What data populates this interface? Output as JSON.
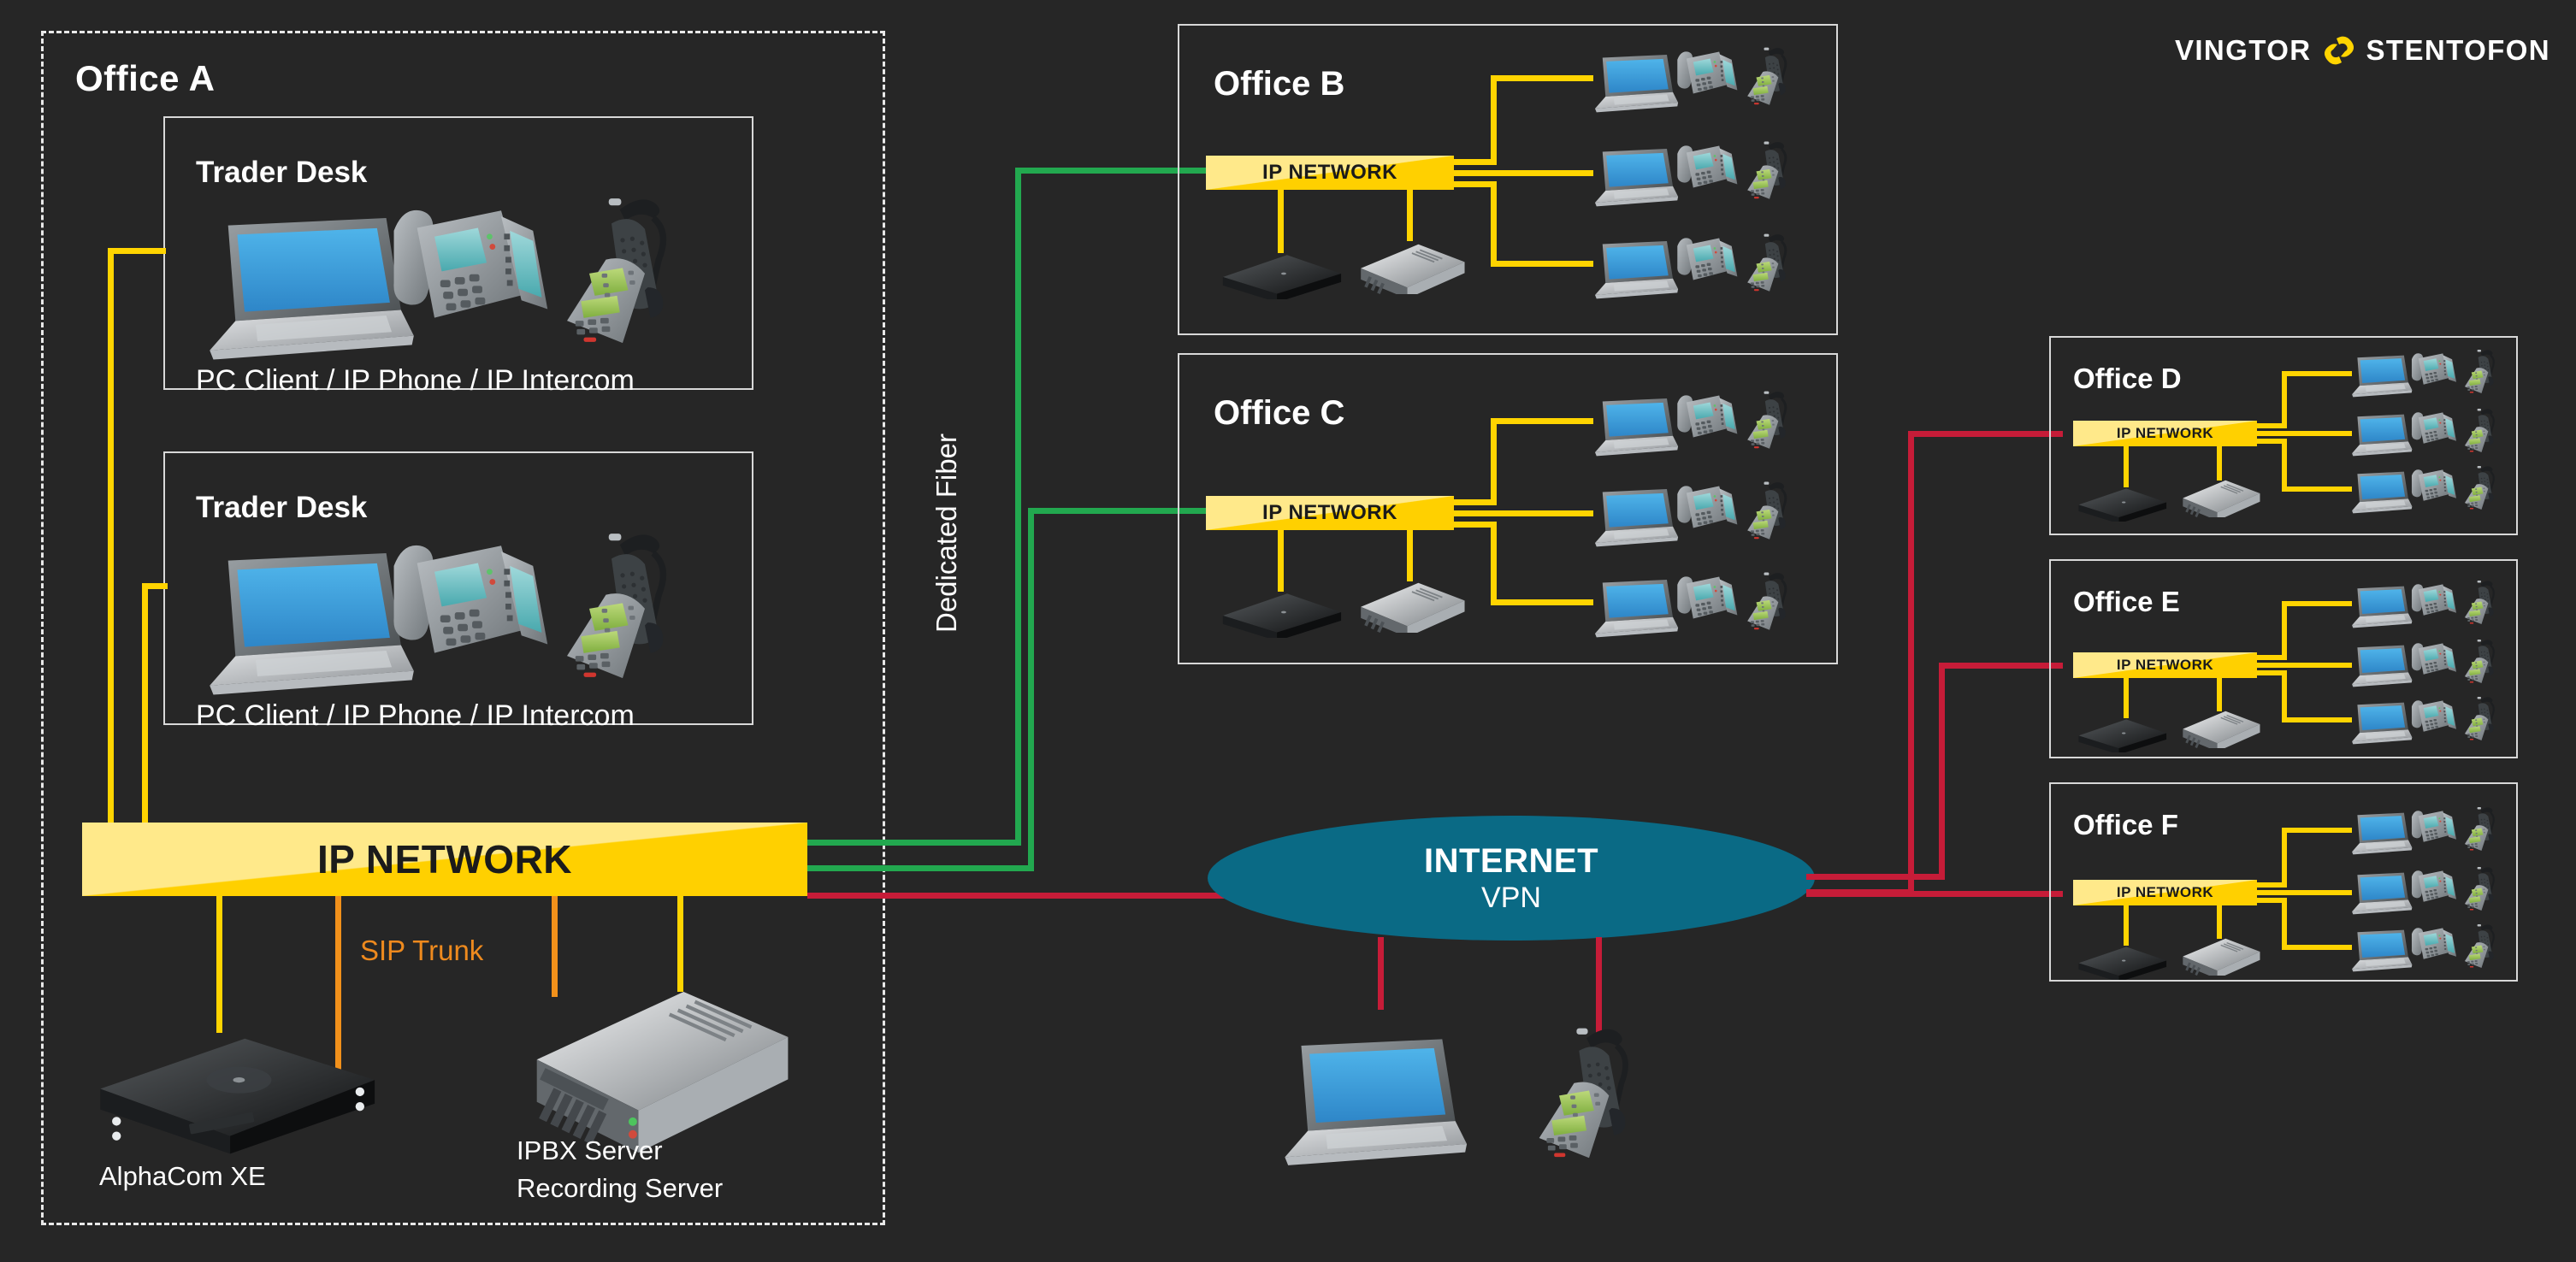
{
  "brand": {
    "word1": "VINGTOR",
    "word2": "STENTOFON",
    "mark": "interlocking-links-icon",
    "mark_color": "#FFD400"
  },
  "colors": {
    "background": "#262626",
    "ip_network_yellow": "#FFD400",
    "ip_network_yellow_light": "#FFE98A",
    "link_yellow": "#FFD400",
    "sip_orange": "#F2911B",
    "fiber_green": "#22A84F",
    "vpn_red": "#C61C38",
    "internet_teal": "#0A6A85",
    "text_white": "#FFFFFF",
    "box_border": "#D8D8D8"
  },
  "office_a": {
    "title": "Office A",
    "border_style": "dashed",
    "ip_network_label": "IP NETWORK",
    "sip_trunk_label": "SIP Trunk",
    "trader_desks": [
      {
        "title": "Trader Desk",
        "caption": "PC Client / IP Phone / IP Intercom"
      },
      {
        "title": "Trader Desk",
        "caption": "PC Client / IP Phone / IP Intercom"
      }
    ],
    "devices": [
      {
        "name": "AlphaCom XE",
        "label": "AlphaCom XE",
        "icon": "rack-appliance-black-icon"
      },
      {
        "name": "IPBX Recording Server",
        "label": "IPBX Server\nRecording Server",
        "label_line1": "IPBX Server",
        "label_line2": "Recording Server",
        "icon": "rack-server-silver-icon"
      }
    ]
  },
  "fiber_link": {
    "label": "Dedicated Fiber",
    "color": "#22A84F",
    "orientation": "vertical"
  },
  "internet": {
    "title": "INTERNET",
    "subtitle": "VPN",
    "color": "#0A6A85"
  },
  "remote_users": [
    {
      "name": "home-laptop",
      "icon": "laptop-icon"
    },
    {
      "name": "home-intercom",
      "icon": "ip-intercom-icon"
    }
  ],
  "offices": [
    {
      "id": "b",
      "title": "Office B",
      "ip_network_label": "IP NETWORK",
      "uplink": "fiber",
      "uplink_color": "#22A84F",
      "endpoints": 3,
      "local_devices": [
        "rack-appliance-black-icon",
        "rack-server-silver-icon"
      ],
      "endpoint_icons": [
        "laptop-icon",
        "ip-phone-icon",
        "ip-intercom-icon"
      ]
    },
    {
      "id": "c",
      "title": "Office C",
      "ip_network_label": "IP NETWORK",
      "uplink": "fiber",
      "uplink_color": "#22A84F",
      "endpoints": 3,
      "local_devices": [
        "rack-appliance-black-icon",
        "rack-server-silver-icon"
      ],
      "endpoint_icons": [
        "laptop-icon",
        "ip-phone-icon",
        "ip-intercom-icon"
      ]
    },
    {
      "id": "d",
      "title": "Office D",
      "ip_network_label": "IP NETWORK",
      "uplink": "vpn",
      "uplink_color": "#C61C38",
      "endpoints": 3,
      "local_devices": [
        "rack-appliance-black-icon",
        "rack-server-silver-icon"
      ],
      "endpoint_icons": [
        "laptop-icon",
        "ip-phone-icon",
        "ip-intercom-icon"
      ]
    },
    {
      "id": "e",
      "title": "Office E",
      "ip_network_label": "IP NETWORK",
      "uplink": "vpn",
      "uplink_color": "#C61C38",
      "endpoints": 3,
      "local_devices": [
        "rack-appliance-black-icon",
        "rack-server-silver-icon"
      ],
      "endpoint_icons": [
        "laptop-icon",
        "ip-phone-icon",
        "ip-intercom-icon"
      ]
    },
    {
      "id": "f",
      "title": "Office F",
      "ip_network_label": "IP NETWORK",
      "uplink": "vpn",
      "uplink_color": "#C61C38",
      "endpoints": 3,
      "local_devices": [
        "rack-appliance-black-icon",
        "rack-server-silver-icon"
      ],
      "endpoint_icons": [
        "laptop-icon",
        "ip-phone-icon",
        "ip-intercom-icon"
      ]
    }
  ]
}
